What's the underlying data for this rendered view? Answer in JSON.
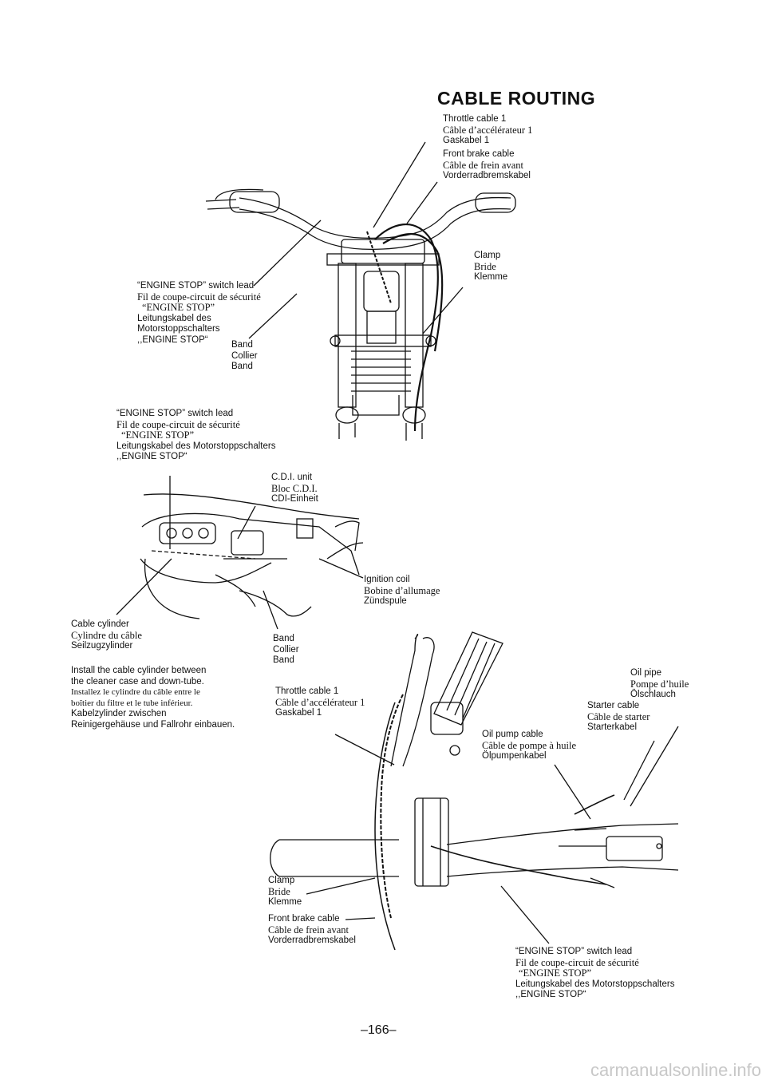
{
  "title": "CABLE ROUTING",
  "labels": {
    "throttle_top": [
      "Throttle cable 1",
      "Câble d’accélérateur 1",
      "Gaskabel 1"
    ],
    "front_brake_top": [
      "Front brake cable",
      "Câble de frein avant",
      "Vorderradbremskabel"
    ],
    "clamp_top": [
      "Clamp",
      "Bride",
      "Klemme"
    ],
    "engine_stop_top": [
      "“ENGINE STOP” switch lead",
      "Fil de coupe-circuit de sécurité",
      "“ENGINE STOP”",
      "Leitungskabel des",
      "Motorstoppschalters",
      ",,ENGINE STOP“"
    ],
    "band_top": [
      "Band",
      "Collier",
      "Band"
    ],
    "engine_stop_mid": [
      "“ENGINE STOP” switch lead",
      "Fil de coupe-circuit de sécurité",
      "“ENGINE STOP”",
      "Leitungskabel des Motorstoppschalters",
      ",,ENGINE STOP“"
    ],
    "cdi": [
      "C.D.I. unit",
      "Bloc C.D.I.",
      "CDI-Einheit"
    ],
    "ignition": [
      "Ignition coil",
      "Bobine d’allumage",
      "Zündspule"
    ],
    "cable_cylinder": [
      "Cable cylinder",
      "Cylindre du câble",
      "Seilzugzylinder"
    ],
    "band_mid": [
      "Band",
      "Collier",
      "Band"
    ],
    "install": [
      "Install the cable cylinder between",
      "the cleaner case and down-tube.",
      "Installez le cylindre du câble entre le",
      "boîtier du filtre et le tube inférieur.",
      "Kabelzylinder zwischen",
      "Reinigergehäuse und Fallrohr einbauen."
    ],
    "throttle_bot": [
      "Throttle cable 1",
      "Câble d’accélérateur 1",
      "Gaskabel 1"
    ],
    "oil_pipe": [
      "Oil pipe",
      "Pompe d’huile",
      "Ölschlauch"
    ],
    "starter": [
      "Starter cable",
      "Câble de starter",
      "Starterkabel"
    ],
    "oil_pump": [
      "Oil pump cable",
      "Câble de pompe à huile",
      "Ölpumpenkabel"
    ],
    "clamp_bot": [
      "Clamp",
      "Bride",
      "Klemme"
    ],
    "front_brake_bot": [
      "Front brake cable",
      "Câble de frein avant",
      "Vorderradbremskabel"
    ],
    "engine_stop_bot": [
      "“ENGINE STOP” switch lead",
      "Fil de coupe-circuit de sécurité",
      "“ENGINE STOP”",
      "Leitungskabel des Motorstoppschalters",
      ",,ENGINE STOP“"
    ]
  },
  "page_number": "–166–",
  "watermark": "carmanualsonline.info"
}
